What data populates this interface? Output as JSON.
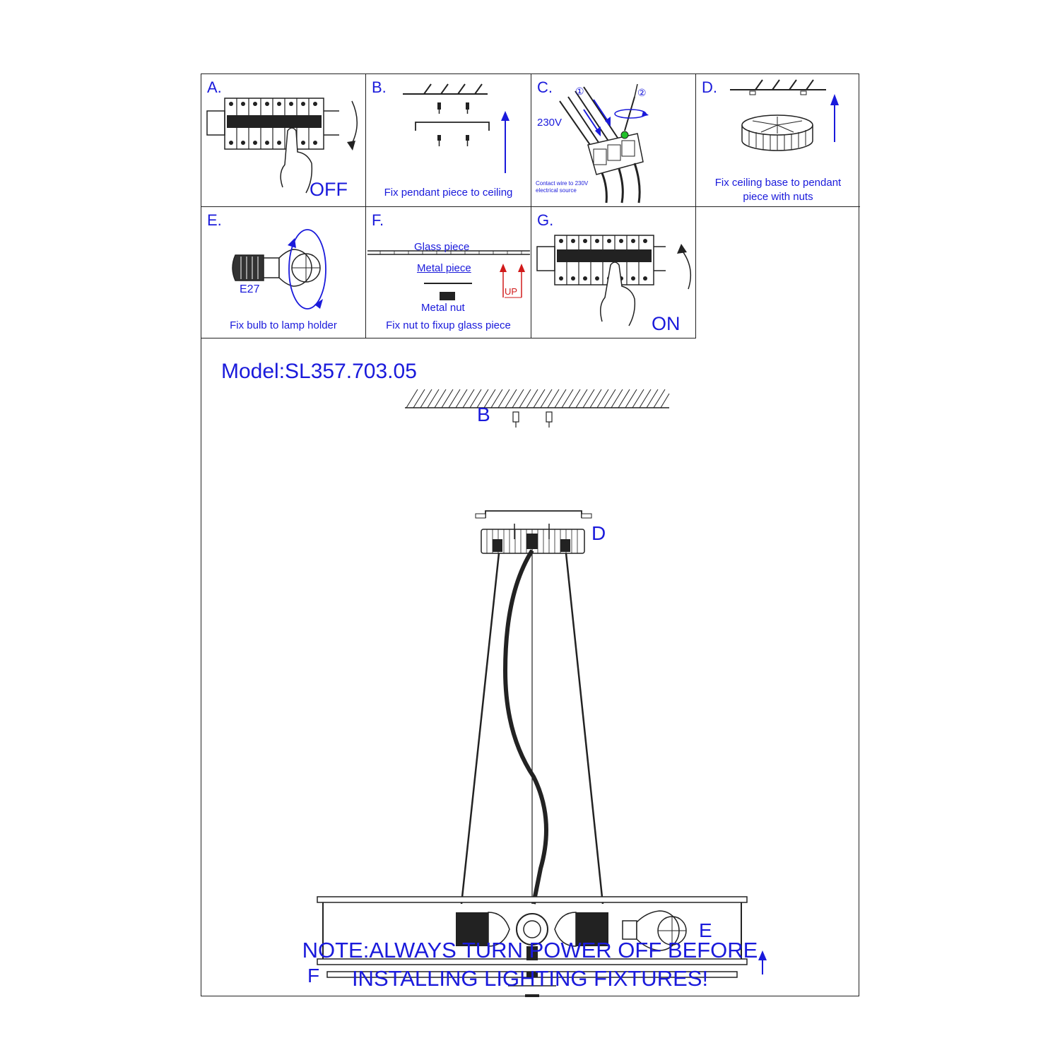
{
  "panels": {
    "a": {
      "label": "A.",
      "state": "OFF"
    },
    "b": {
      "label": "B.",
      "caption": "Fix pendant piece to ceiling"
    },
    "c": {
      "label": "C.",
      "voltage": "230V",
      "step1": "①",
      "step2": "②",
      "caption": "Contact wire to 230V electrical source"
    },
    "d": {
      "label": "D.",
      "caption_line1": "Fix ceiling base to pendant",
      "caption_line2": "piece with nuts"
    },
    "e": {
      "label": "E.",
      "socket": "E27",
      "caption": "Fix bulb to lamp holder"
    },
    "f": {
      "label": "F.",
      "glass": "Glass piece",
      "metal": "Metal piece",
      "nut": "Metal nut",
      "up": "UP",
      "caption": "Fix nut to fixup glass piece"
    },
    "g": {
      "label": "G.",
      "state": "ON"
    }
  },
  "main": {
    "model": "Model:SL357.703.05",
    "callout_b": "B",
    "callout_d": "D",
    "callout_e": "E",
    "callout_f": "F",
    "note_line1": "NOTE:ALWAYS TURN POWER OFF BEFORE",
    "note_line2": "INSTALLING LIGHTING FIXTURES!"
  },
  "colors": {
    "text": "#1a1adb",
    "line": "#222222",
    "up_arrow": "#d11a1a",
    "accent_dot": "#22c02a"
  }
}
